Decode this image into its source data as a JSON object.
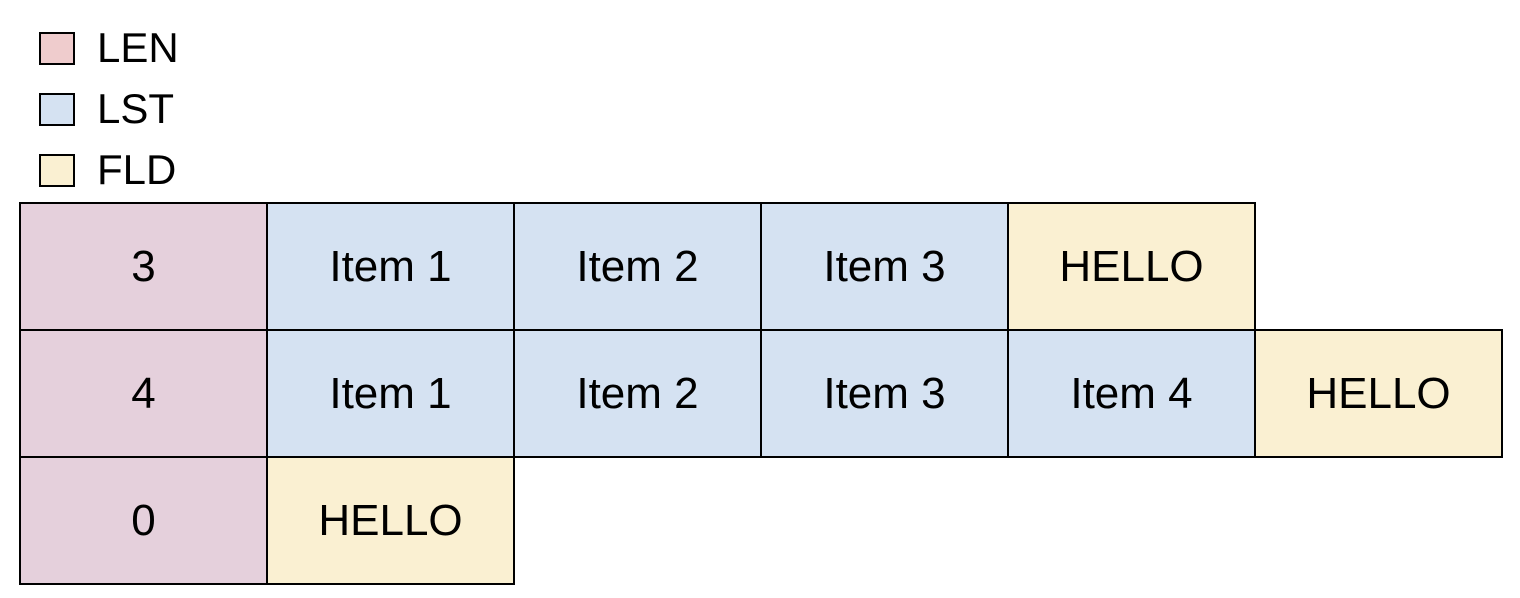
{
  "legend": {
    "items": [
      {
        "label": "LEN",
        "swatch_color": "#efcccd"
      },
      {
        "label": "LST",
        "swatch_color": "#d5e2f2"
      },
      {
        "label": "FLD",
        "swatch_color": "#faf0d2"
      }
    ]
  },
  "colors": {
    "len_cell": "#e5d0dc",
    "lst_cell": "#d5e2f2",
    "fld_cell": "#faf0d2",
    "border": "#000000",
    "background": "#ffffff",
    "text": "#000000"
  },
  "diagram": {
    "rows": [
      {
        "cells": [
          {
            "text": "3",
            "type": "LEN"
          },
          {
            "text": "Item 1",
            "type": "LST"
          },
          {
            "text": "Item 2",
            "type": "LST"
          },
          {
            "text": "Item 3",
            "type": "LST"
          },
          {
            "text": "HELLO",
            "type": "FLD"
          }
        ]
      },
      {
        "cells": [
          {
            "text": "4",
            "type": "LEN"
          },
          {
            "text": "Item 1",
            "type": "LST"
          },
          {
            "text": "Item 2",
            "type": "LST"
          },
          {
            "text": "Item 3",
            "type": "LST"
          },
          {
            "text": "Item 4",
            "type": "LST"
          },
          {
            "text": "HELLO",
            "type": "FLD"
          }
        ]
      },
      {
        "cells": [
          {
            "text": "0",
            "type": "LEN"
          },
          {
            "text": "HELLO",
            "type": "FLD"
          }
        ]
      }
    ]
  }
}
